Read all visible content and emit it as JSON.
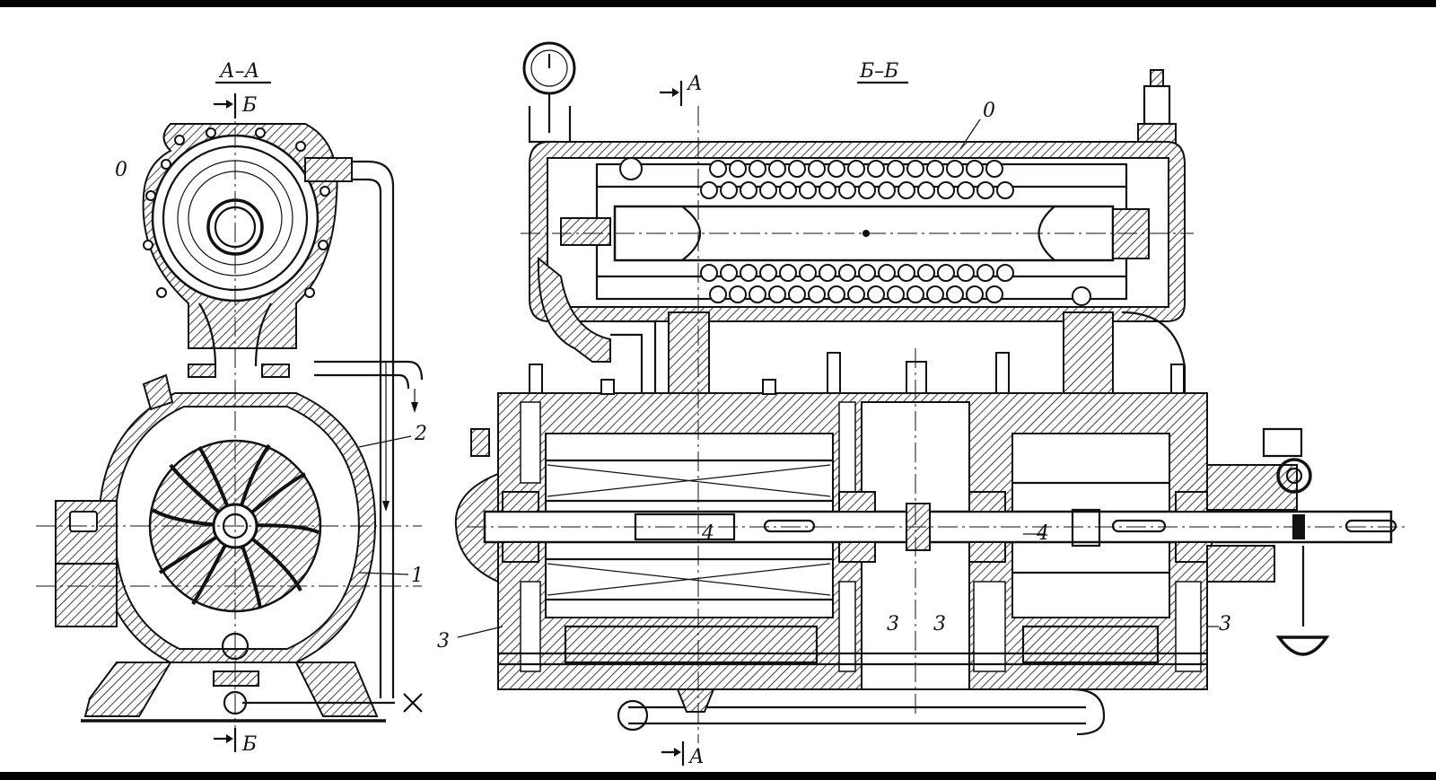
{
  "section_a": {
    "title": "А–А",
    "cut": "Б"
  },
  "section_b": {
    "title": "Б–Б",
    "cut": "А"
  },
  "callouts": {
    "o": "0",
    "n1": "1",
    "n2": "2",
    "n3": "3",
    "n4": "4"
  },
  "colors": {
    "ink": "#111111",
    "paper": "#ffffff",
    "border": "#000000"
  }
}
